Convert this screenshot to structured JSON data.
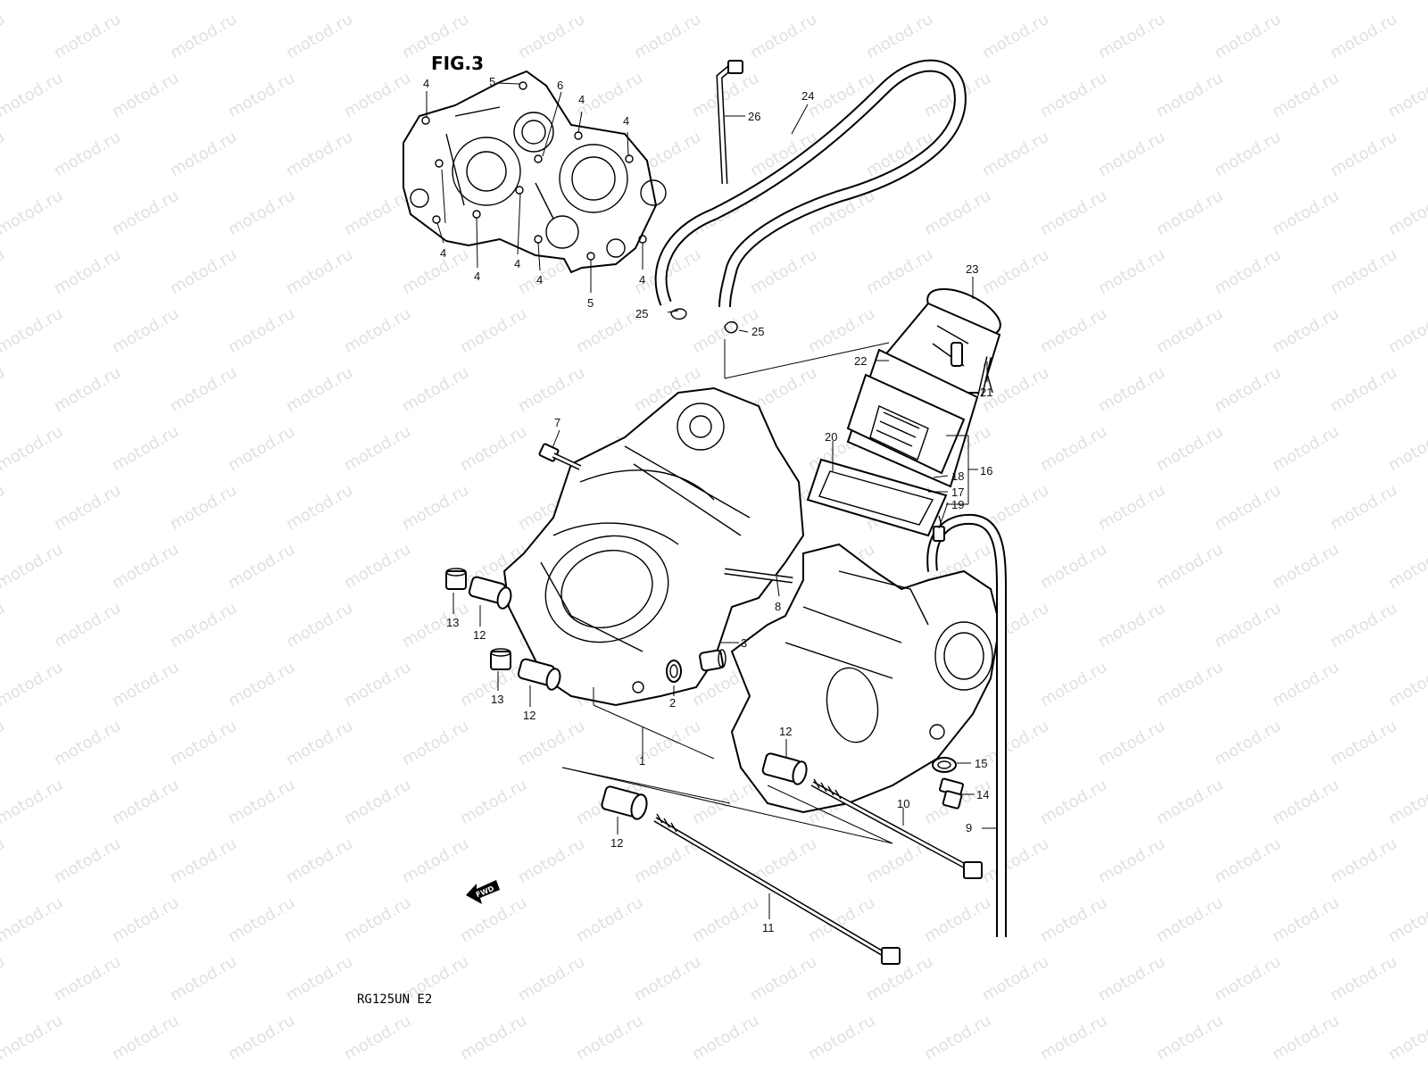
{
  "figure_label": "FIG.3",
  "model_code": "RG125UN E2",
  "fwd_label": "FWD",
  "watermark": "motod.ru",
  "callouts": [
    "1",
    "2",
    "3",
    "4",
    "5",
    "6",
    "7",
    "8",
    "9",
    "10",
    "11",
    "12",
    "13",
    "14",
    "15",
    "16",
    "17",
    "18",
    "19",
    "20",
    "21",
    "22",
    "23",
    "24",
    "25",
    "26"
  ]
}
